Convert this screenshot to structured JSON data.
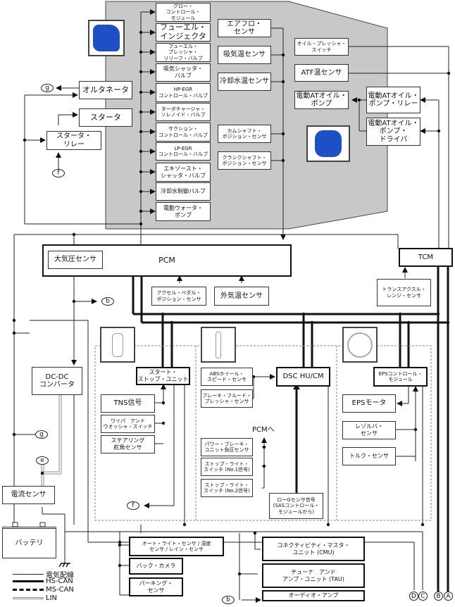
{
  "engine_components": [
    "グロー・\nコントロール・\nモジュール",
    "フューエル・\nインジェクタ",
    "フューエル・\nプレッシャ・\nリリーフ・バルブ",
    "吸気シャッタ・\nバルブ",
    "HP-EGR\nコントロール・バルブ",
    "ターボチャージャ・\nソレノイド・バルブ",
    "サクション・\nコントロール・バルブ",
    "LP-EGR\nコントロール・バルブ",
    "エキゾースト・\nシャッタ・バルブ",
    "冷却水制御バルブ",
    "電動ウォータ・\nポンプ"
  ],
  "engine_sensors": [
    "エアフロ・\nセンサ",
    "吸気温センサ",
    "冷却水温センサ",
    "カムシャフト・\nポジション・センサ",
    "クランクシャフト・\nポジション・センサ"
  ],
  "left_components": {
    "alternator": "オルタネータ",
    "starter": "スタータ",
    "starter_relay": "スタータ・\nリレー"
  },
  "transmission": {
    "oil_pressure_switch": "オイル・プレッシャ・\nスイッチ",
    "atf_temp_sensor": "ATF温センサ",
    "electric_oil_pump": "電動ATオイル・\nポンプ",
    "oil_pump_relay": "電動ATオイル・\nポンプ・リレー",
    "oil_pump_driver": "電動ATオイル・\nポンプ・\nドライバ"
  },
  "pcm": {
    "label": "PCM",
    "baro_sensor": "大気圧センサ",
    "accel_pedal_sensor": "アクセル・ペダル・\nポジション・センサ",
    "ambient_temp_sensor": "外気温センサ"
  },
  "tcm": {
    "label": "TCM",
    "range_sensor": "トランスアクスル・\nレンジ・センサ"
  },
  "power": {
    "dcdc": "DC-DC\nコンバータ",
    "current_sensor": "電流センサ",
    "battery": "バッテリ"
  },
  "start_stop": {
    "unit": "スタート・\nストップ・ユニット",
    "tns": "TNS信号",
    "wiper": "ワイパ　アンド\nウオッシャ・スイッチ",
    "steering": "ステアリング\n舵角センサ"
  },
  "dsc": {
    "unit": "DSC HU/CM",
    "abs": "ABSホイール・\nスピード・センサ",
    "brake_fluid": "ブレーキ・フルード・\nプレッシャ・センサ",
    "to_pcm": "PCMへ",
    "booster": "パワー・ブレーキ・\nユニット負圧センサ",
    "stop_light_1": "ストップ・ライト・\nスイッチ (No.1信号)",
    "stop_light_2": "ストップ・ライト・\nスイッチ (No.2信号)",
    "low_g": "ローGセンサ信号\n(SASコントロール・\nモジュールから)"
  },
  "eps": {
    "unit": "EPSコントロール・\nモジュール",
    "motor": "EPSモータ",
    "resolver": "レゾルバ・\nセンサ",
    "torque": "トルク・センサ"
  },
  "body": {
    "auto_light": "オート・ライト・センサ / 湿度\nセンサ / レイン・センサ",
    "back_camera": "バック・カメラ",
    "parking": "パーキング・\nセンサ",
    "cmu": "コネクティビティ・マスタ・\nユニット (CMU)",
    "tau": "チューナ　アンド\nアンプ・ユニット (TAU)",
    "audio_amp": "オーディオ・アンプ"
  },
  "connectors": {
    "g": "g",
    "f": "f",
    "b": "b",
    "e": "e",
    "A": "A",
    "B": "B",
    "C": "C",
    "D": "D"
  },
  "legend": [
    {
      "label": "電気配線",
      "style": "wire"
    },
    {
      "label": "HS-CAN",
      "style": "hs-can"
    },
    {
      "label": "MS-CAN",
      "style": "ms-can"
    },
    {
      "label": "LIN",
      "style": "lin"
    }
  ],
  "colors": {
    "engine_bay": "#c8c8c8",
    "engine_icon": "#1f4fc4",
    "wire": "#222222",
    "lin": "#888888"
  }
}
